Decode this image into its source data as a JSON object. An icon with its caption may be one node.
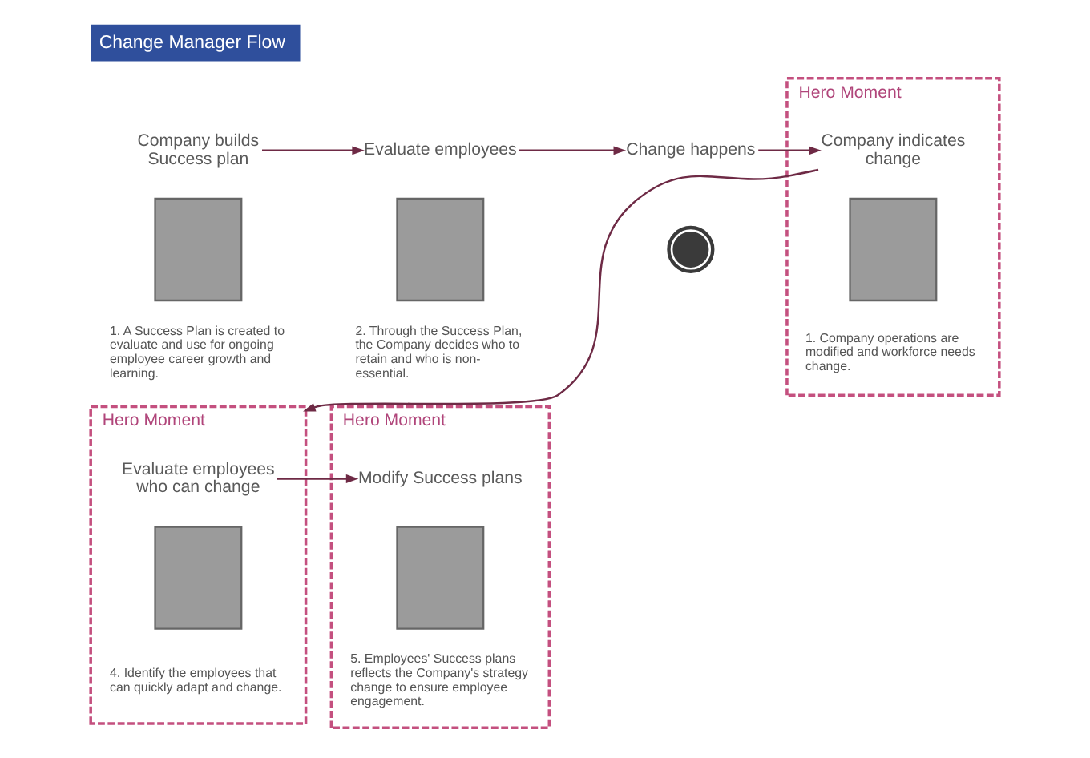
{
  "diagram": {
    "title": "Change Manager Flow",
    "nodes": [
      {
        "text": [
          "Company builds Success plan"
        ]
      },
      {
        "text": [],
        "shape": "box",
        "beside": [
          "1. A Success Plan is created to evaluate and use for ongoing employee career growth and learning."
        ]
      },
      {
        "text": [
          "Evaluate employees"
        ]
      },
      {
        "text": [],
        "shape": "box",
        "beside": [
          "2. Through the Success Plan, the Company decides who to retain and who is non-essential."
        ]
      },
      {
        "text": [
          "Change happens"
        ]
      },
      {
        "text": [],
        "shape": "person"
      },
      {
        "text": [
          "Hero Moment"
        ]
      },
      {
        "text": [
          "Company indicates change"
        ],
        "in": 6
      },
      {
        "text": [],
        "shape": "box",
        "in": 6,
        "beside": [
          "1. Company operations are modified and workforce needs change."
        ]
      },
      {
        "text": [
          "Hero Moment"
        ]
      },
      {
        "text": [
          "Evaluate employees who can change"
        ],
        "in": 9
      },
      {
        "text": [],
        "shape": "box",
        "in": 9,
        "beside": [
          "4. Identify the employees that can quickly adapt and change."
        ]
      },
      {
        "text": [
          "Hero Moment"
        ]
      },
      {
        "text": [
          "Modify Success plans"
        ],
        "in": 12
      },
      {
        "text": [],
        "shape": "box",
        "in": 12,
        "beside": [
          "5. Employees' Success plans reflects the Company's strategy change to ensure employee engagement."
        ]
      }
    ],
    "edges": [
      {
        "from": 0,
        "to": 2,
        "arrow": "to"
      },
      {
        "from": 2,
        "to": 4,
        "arrow": "to"
      },
      {
        "from": 4,
        "to": 7,
        "arrow": "to"
      },
      {
        "from": 7,
        "to": 9,
        "arrow": "to"
      },
      {
        "from": 10,
        "to": 13,
        "arrow": "to"
      }
    ]
  }
}
